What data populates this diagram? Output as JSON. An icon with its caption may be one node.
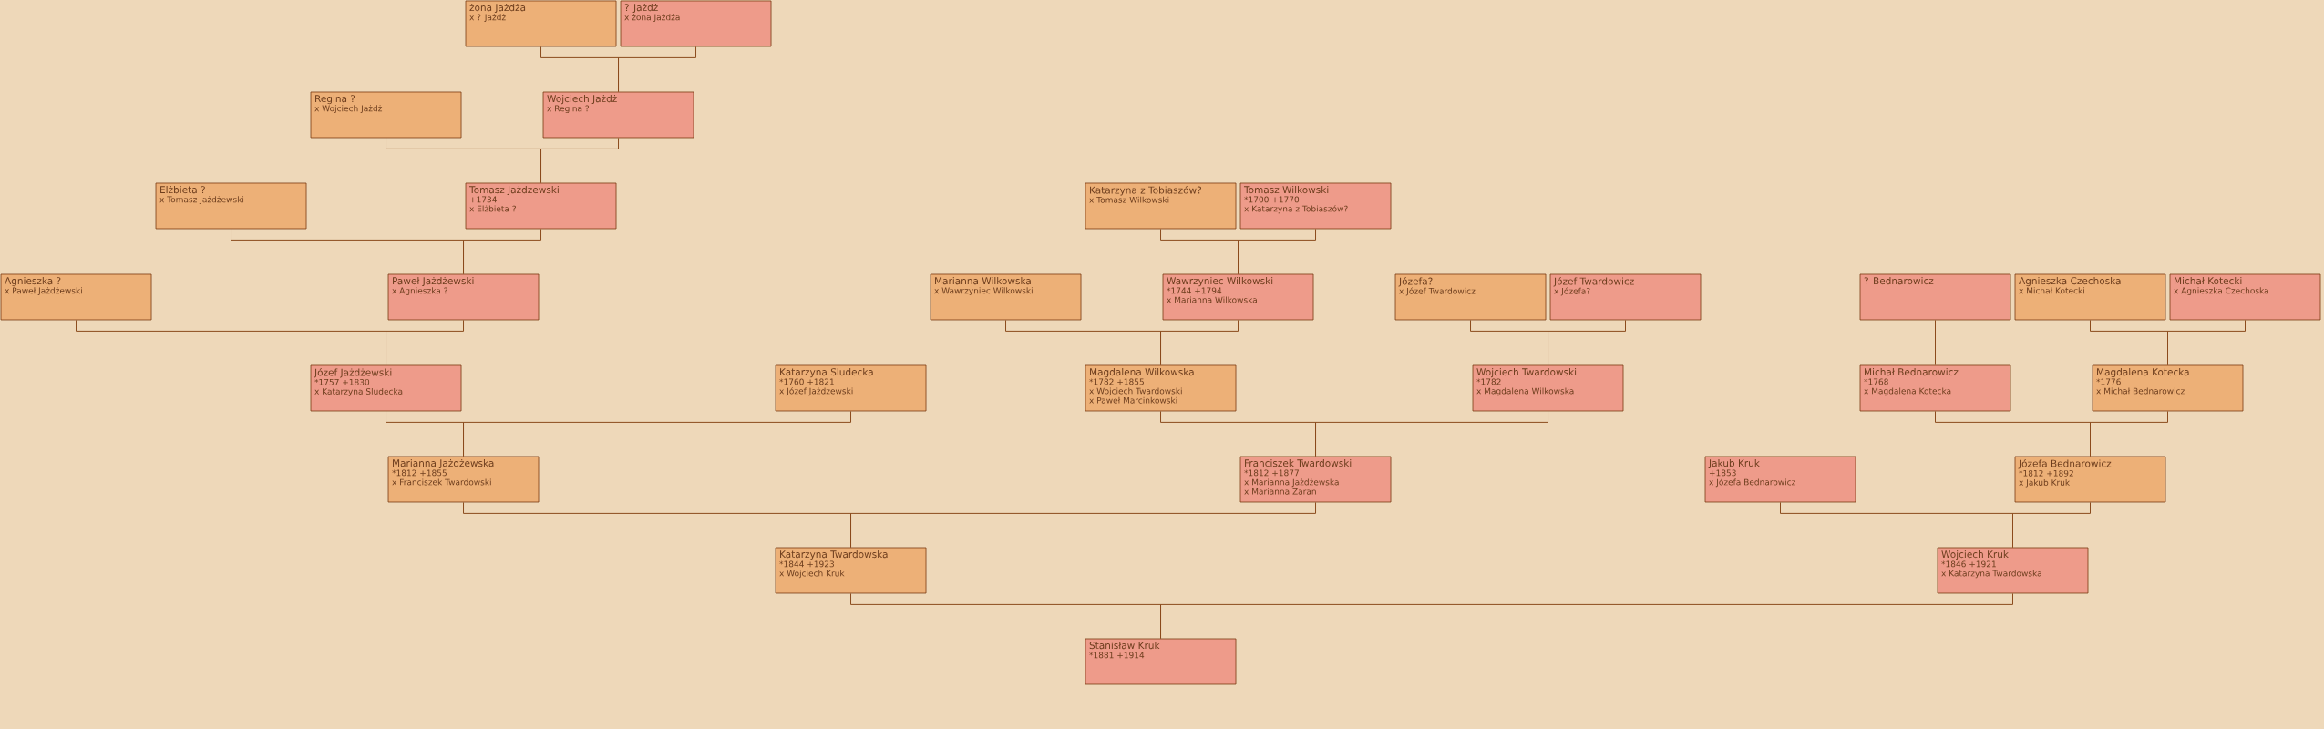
{
  "diagram": {
    "nodes": [
      {
        "text": [
          "żona Jażdża",
          "x ? Jażdż"
        ]
      },
      {
        "text": [
          "? Jażdż",
          "x żona Jażdża"
        ]
      },
      {
        "text": [
          "Regina ?",
          "x Wojciech Jażdż"
        ]
      },
      {
        "text": [
          "Wojciech Jażdż",
          "x Regina ?"
        ]
      },
      {
        "text": [
          "Elżbieta ?",
          "x Tomasz Jażdżewski"
        ]
      },
      {
        "text": [
          "Tomasz Jażdżewski",
          "+1734",
          "x Elżbieta ?"
        ]
      },
      {
        "text": [
          "Katarzyna z Tobiaszów?",
          "x Tomasz Wilkowski"
        ]
      },
      {
        "text": [
          "Tomasz Wilkowski",
          "*1700 +1770",
          "x Katarzyna z Tobiaszów?"
        ]
      },
      {
        "text": [
          "Agnieszka ?",
          "x Paweł Jażdżewski"
        ]
      },
      {
        "text": [
          "Paweł Jażdżewski",
          "x Agnieszka ?"
        ]
      },
      {
        "text": [
          "Marianna Wilkowska",
          "x Wawrzyniec Wilkowski"
        ]
      },
      {
        "text": [
          "Wawrzyniec Wilkowski",
          "*1744 +1794",
          "x Marianna Wilkowska"
        ]
      },
      {
        "text": [
          "Józefa?",
          "x Józef Twardowicz"
        ]
      },
      {
        "text": [
          "Józef Twardowicz",
          "x Józefa?"
        ]
      },
      {
        "text": [
          "? Bednarowicz"
        ]
      },
      {
        "text": [
          "Agnieszka Czechoska",
          "x Michał Kotecki"
        ]
      },
      {
        "text": [
          "Michał Kotecki",
          "x Agnieszka Czechoska"
        ]
      },
      {
        "text": [
          "Józef Jażdżewski",
          "*1757 +1830",
          "x Katarzyna Sludecka"
        ]
      },
      {
        "text": [
          "Katarzyna Sludecka",
          "*1760 +1821",
          "x Józef Jażdżewski"
        ]
      },
      {
        "text": [
          "Magdalena Wilkowska",
          "*1782 +1855",
          "x Wojciech Twardowski",
          "x Paweł Marcinkowski"
        ]
      },
      {
        "text": [
          "Wojciech Twardowski",
          "*1782",
          "x Magdalena Wilkowska"
        ]
      },
      {
        "text": [
          "Michał Bednarowicz",
          "*1768",
          "x Magdalena Kotecka"
        ]
      },
      {
        "text": [
          "Magdalena Kotecka",
          "*1776",
          "x Michał Bednarowicz"
        ]
      },
      {
        "text": [
          "Marianna Jażdżewska",
          "*1812 +1855",
          "x Franciszek Twardowski"
        ]
      },
      {
        "text": [
          "Franciszek Twardowski",
          "*1812 +1877",
          "x Marianna Jażdżewska",
          "x Marianna Zaran"
        ]
      },
      {
        "text": [
          "Jakub Kruk",
          "+1853",
          "x Józefa Bednarowicz"
        ]
      },
      {
        "text": [
          "Józefa Bednarowicz",
          "*1812 +1892",
          "x Jakub Kruk"
        ]
      },
      {
        "text": [
          "Katarzyna Twardowska",
          "*1844 +1923",
          "x Wojciech Kruk"
        ]
      },
      {
        "text": [
          "Wojciech Kruk",
          "*1846 +1921",
          "x Katarzyna Twardowska"
        ]
      },
      {
        "text": [
          "Stanisław Kruk",
          "*1881 +1914"
        ]
      }
    ],
    "edges": [
      {
        "from": 0,
        "to": 3,
        "arrow": "none"
      },
      {
        "from": 1,
        "to": 3,
        "arrow": "none"
      },
      {
        "from": 2,
        "to": 5,
        "arrow": "none"
      },
      {
        "from": 3,
        "to": 5,
        "arrow": "none"
      },
      {
        "from": 4,
        "to": 9,
        "arrow": "none"
      },
      {
        "from": 5,
        "to": 9,
        "arrow": "none"
      },
      {
        "from": 6,
        "to": 11,
        "arrow": "none"
      },
      {
        "from": 7,
        "to": 11,
        "arrow": "none"
      },
      {
        "from": 8,
        "to": 17,
        "arrow": "none"
      },
      {
        "from": 9,
        "to": 17,
        "arrow": "none"
      },
      {
        "from": 10,
        "to": 19,
        "arrow": "none"
      },
      {
        "from": 11,
        "to": 19,
        "arrow": "none"
      },
      {
        "from": 12,
        "to": 20,
        "arrow": "none"
      },
      {
        "from": 13,
        "to": 20,
        "arrow": "none"
      },
      {
        "from": 14,
        "to": 21,
        "arrow": "none"
      },
      {
        "from": 15,
        "to": 22,
        "arrow": "none"
      },
      {
        "from": 16,
        "to": 22,
        "arrow": "none"
      },
      {
        "from": 17,
        "to": 23,
        "arrow": "none"
      },
      {
        "from": 18,
        "to": 23,
        "arrow": "none"
      },
      {
        "from": 19,
        "to": 24,
        "arrow": "none"
      },
      {
        "from": 20,
        "to": 24,
        "arrow": "none"
      },
      {
        "from": 21,
        "to": 26,
        "arrow": "none"
      },
      {
        "from": 22,
        "to": 26,
        "arrow": "none"
      },
      {
        "from": 23,
        "to": 27,
        "arrow": "none"
      },
      {
        "from": 24,
        "to": 27,
        "arrow": "none"
      },
      {
        "from": 25,
        "to": 28,
        "arrow": "none"
      },
      {
        "from": 26,
        "to": 28,
        "arrow": "none"
      },
      {
        "from": 27,
        "to": 29,
        "arrow": "none"
      },
      {
        "from": 28,
        "to": 29,
        "arrow": "none"
      }
    ]
  }
}
